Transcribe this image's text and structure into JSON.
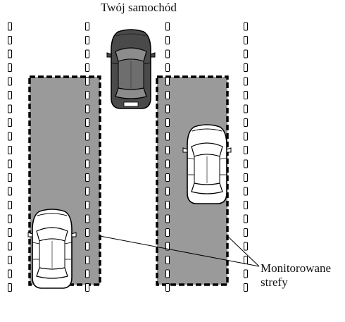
{
  "labels": {
    "your_car": "Twój samochód",
    "monitored_zones_line1": "Monitorowane",
    "monitored_zones_line2": "strefy"
  },
  "colors": {
    "zone_fill": "#9a9a9a",
    "zone_border": "#000000",
    "lane_marker": "#000000",
    "own_car_body": "#4a4a4a",
    "own_car_roof": "#8c8c8c",
    "other_car_body": "#ffffff",
    "line": "#000000"
  }
}
